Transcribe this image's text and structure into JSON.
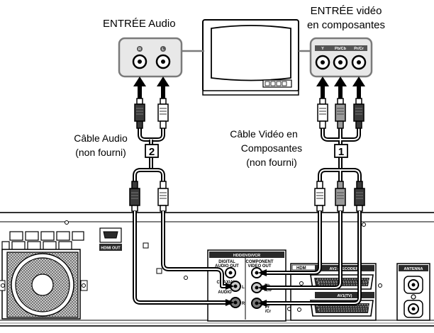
{
  "labels": {
    "audio_in_title": "ENTRÉE Audio",
    "video_in_title_line1": "ENTRÉE vidéo",
    "video_in_title_line2": "en composantes",
    "audio_cable_line1": "Câble Audio",
    "audio_cable_line2": "(non fourni)",
    "video_cable_line1": "Câble Vidéo en",
    "video_cable_line2": "Composantes",
    "video_cable_line3": "(non fourni)",
    "badge_audio": "2",
    "badge_video": "1"
  },
  "tv": {
    "audio_jacks": [
      "R",
      "L"
    ],
    "video_jacks": [
      "Y",
      "Pb/Cb",
      "Pr/Cr"
    ]
  },
  "recorder": {
    "hdmi_label": "HDMI OUT",
    "panel_title": "HDD/DVD/VCR",
    "digital_audio_label_1": "DIGITAL",
    "digital_audio_label_2": "AUDIO OUT",
    "component_label_1": "COMPONENT",
    "component_label_2": "VIDEO OUT",
    "coaxial_label": "COAXIAL",
    "audio_label": "AUDIO",
    "jack_l": "L",
    "jack_r": "R",
    "jack_y": "Y",
    "jack_pb_1": "Pb",
    "jack_pb_2": "/Cb",
    "jack_pr_1": "Pr",
    "jack_pr_2": "/Cr",
    "av2_label": "AV2 (DECODER)",
    "hdmi_partial": "HDM",
    "av1_label": "AV1(TV)",
    "antenna_label": "ANTENNA"
  }
}
